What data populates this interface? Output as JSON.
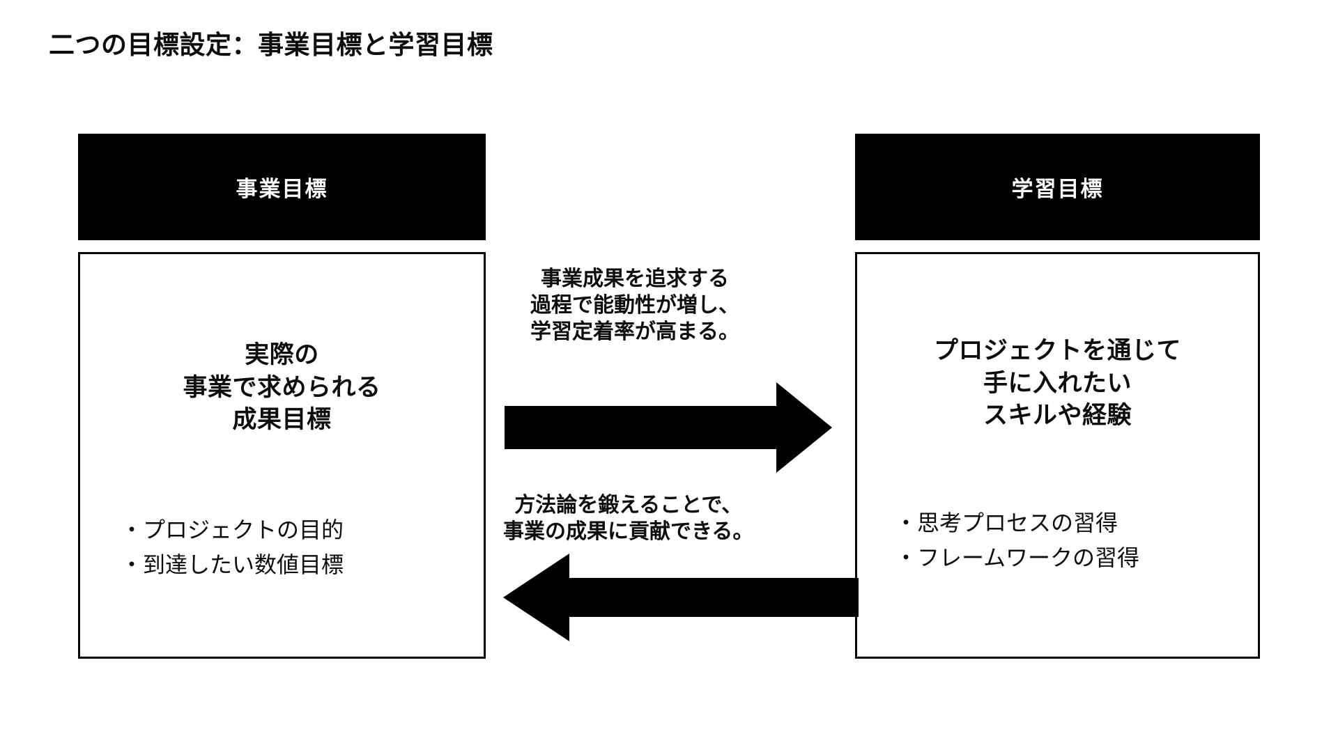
{
  "slide": {
    "title": "二つの目標設定：事業目標と学習目標",
    "background_color": "#FFFFFF",
    "accent_color": "#000000",
    "text_color": "#0D0D0D"
  },
  "columns": {
    "business": {
      "header": "事業目標",
      "heading_lines": [
        "実際の",
        "事業で求められる",
        "成果目標"
      ],
      "bullets": [
        "・プロジェクトの目的",
        "・到達したい数値目標"
      ]
    },
    "learning": {
      "header": "学習目標",
      "heading_lines": [
        "プロジェクトを通じて",
        "手に入れたい",
        "スキルや経験"
      ],
      "bullets": [
        "・思考プロセスの習得",
        "・フレームワークの習得"
      ]
    }
  },
  "connectors": {
    "forward": {
      "icon": "right-arrow-icon",
      "caption_lines": [
        "事業成果を追求する",
        "過程で能動性が増し、",
        "学習定着率が高まる。"
      ]
    },
    "backward": {
      "icon": "left-arrow-icon",
      "caption_lines": [
        "方法論を鍛えることで、",
        "事業の成果に貢献できる。"
      ]
    }
  }
}
